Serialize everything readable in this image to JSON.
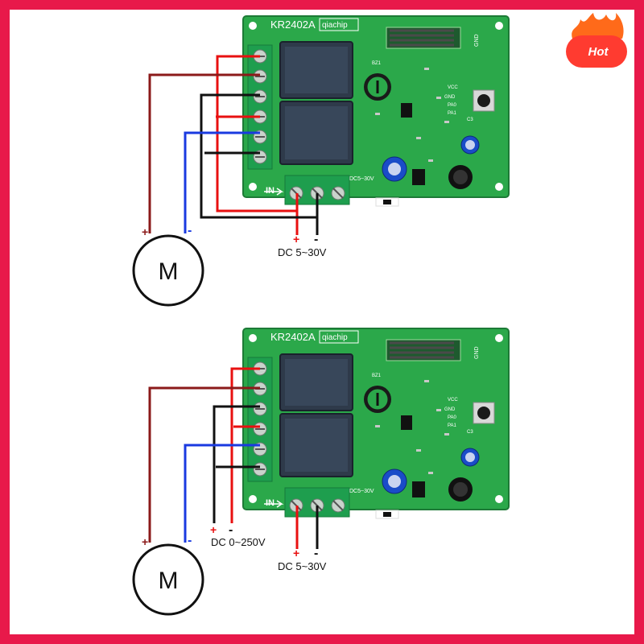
{
  "badge": {
    "label": "Hot",
    "color": "#ff3b30"
  },
  "colors": {
    "frame": "#e8194a",
    "pcb": "#2ba84a",
    "terminal": "#1e9e4e",
    "relay": "#2e3a4a",
    "positive": "#e81010",
    "negative": "#111111",
    "blue": "#1a3ae0",
    "brown": "#8b1a1a"
  },
  "diagrams": [
    {
      "board_model": "KR2402A",
      "brand": "qiachip",
      "input_label": "IN",
      "input_voltage_mark": "DC5~30V",
      "supply_label": "DC 5~30V",
      "supply_plus": "+",
      "supply_minus": "-",
      "motor_label": "M",
      "motor_plus": "+",
      "motor_minus": "-",
      "pcb_labels": {
        "bz": "BZ1",
        "gnd": "GND",
        "vcc": "VCC",
        "pa0": "PA0",
        "pa1": "PA1",
        "c3": "C3"
      }
    },
    {
      "board_model": "KR2402A",
      "brand": "qiachip",
      "input_label": "IN",
      "input_voltage_mark": "DC5~30V",
      "supply_label": "DC 5~30V",
      "supply_plus": "+",
      "supply_minus": "-",
      "load_label": "DC 0~250V",
      "load_plus": "+",
      "load_minus": "-",
      "motor_label": "M",
      "motor_plus": "+",
      "motor_minus": "-",
      "pcb_labels": {
        "bz": "BZ1",
        "gnd": "GND",
        "vcc": "VCC",
        "pa0": "PA0",
        "pa1": "PA1",
        "c3": "C3"
      }
    }
  ]
}
